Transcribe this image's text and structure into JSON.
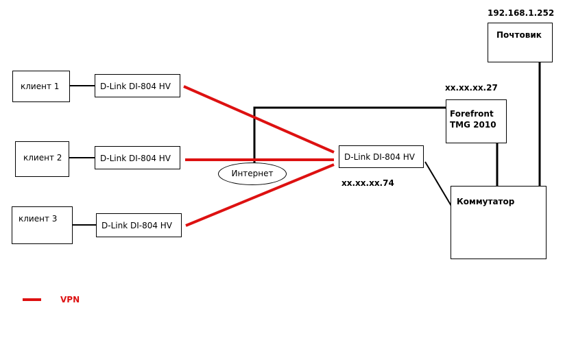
{
  "clients": [
    {
      "name": "клиент 1",
      "router": "D-Link DI-804 HV"
    },
    {
      "name": "клиент 2",
      "router": "D-Link DI-804 HV"
    },
    {
      "name": "клиент 3",
      "router": "D-Link DI-804 HV"
    }
  ],
  "central_router": {
    "label": "D-Link DI-804 HV",
    "ip": "xx.xx.xx.74"
  },
  "internet": {
    "label": "Интернет"
  },
  "forefront": {
    "label": "Forefront TMG 2010",
    "ip": "xx.xx.xx.27"
  },
  "mail_server": {
    "label": "Почтовик",
    "ip": "192.168.1.252"
  },
  "switch": {
    "label": "Коммутатор"
  },
  "legend": {
    "vpn_label": "VPN"
  },
  "colors": {
    "vpn": "#dd1111",
    "wire": "#000000"
  }
}
